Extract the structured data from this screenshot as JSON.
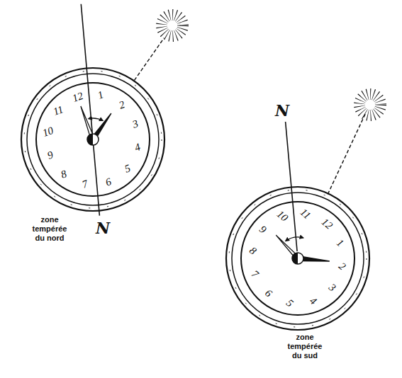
{
  "diagram": {
    "labels": [
      "1",
      "2",
      "3",
      "4",
      "5",
      "6",
      "7",
      "8",
      "9",
      "10",
      "11",
      "12",
      "N",
      "zone tempérée du nord",
      "1",
      "2",
      "3",
      "4",
      "5",
      "6",
      "7",
      "8",
      "9",
      "10",
      "11",
      "12",
      "N",
      "zone tempérée du sud"
    ]
  }
}
